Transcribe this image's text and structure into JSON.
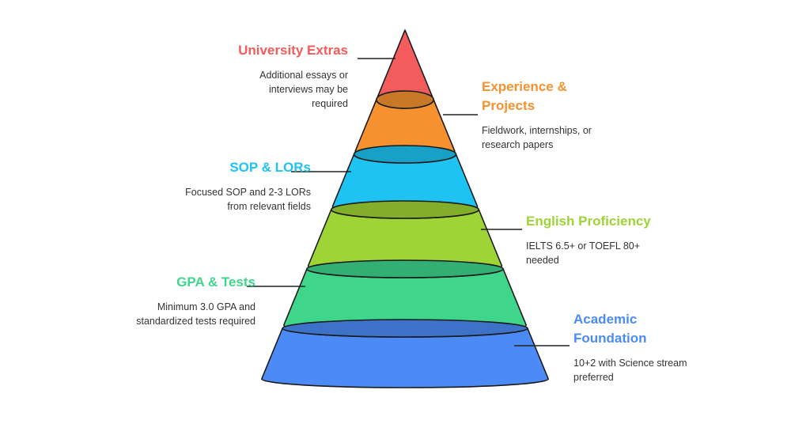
{
  "tiers": [
    {
      "title": "University Extras",
      "description": "Additional essays or interviews may be required",
      "color": "#f25c5c",
      "side": "left"
    },
    {
      "title": "Experience & Projects",
      "description": "Fieldwork, internships, or research papers",
      "color": "#f5922f",
      "side": "right"
    },
    {
      "title": "SOP & LORs",
      "description": "Focused SOP and 2-3 LORs from relevant fields",
      "color": "#1ec3f2",
      "side": "left"
    },
    {
      "title": "English Proficiency",
      "description": "IELTS 6.5+ or TOEFL 80+ needed",
      "color": "#9ed435",
      "side": "right"
    },
    {
      "title": "GPA & Tests",
      "description": "Minimum 3.0 GPA and standardized tests required",
      "color": "#3fd68c",
      "side": "left"
    },
    {
      "title": "Academic Foundation",
      "description": "10+2 with Science stream preferred",
      "color": "#4c8bf5",
      "side": "right"
    }
  ]
}
